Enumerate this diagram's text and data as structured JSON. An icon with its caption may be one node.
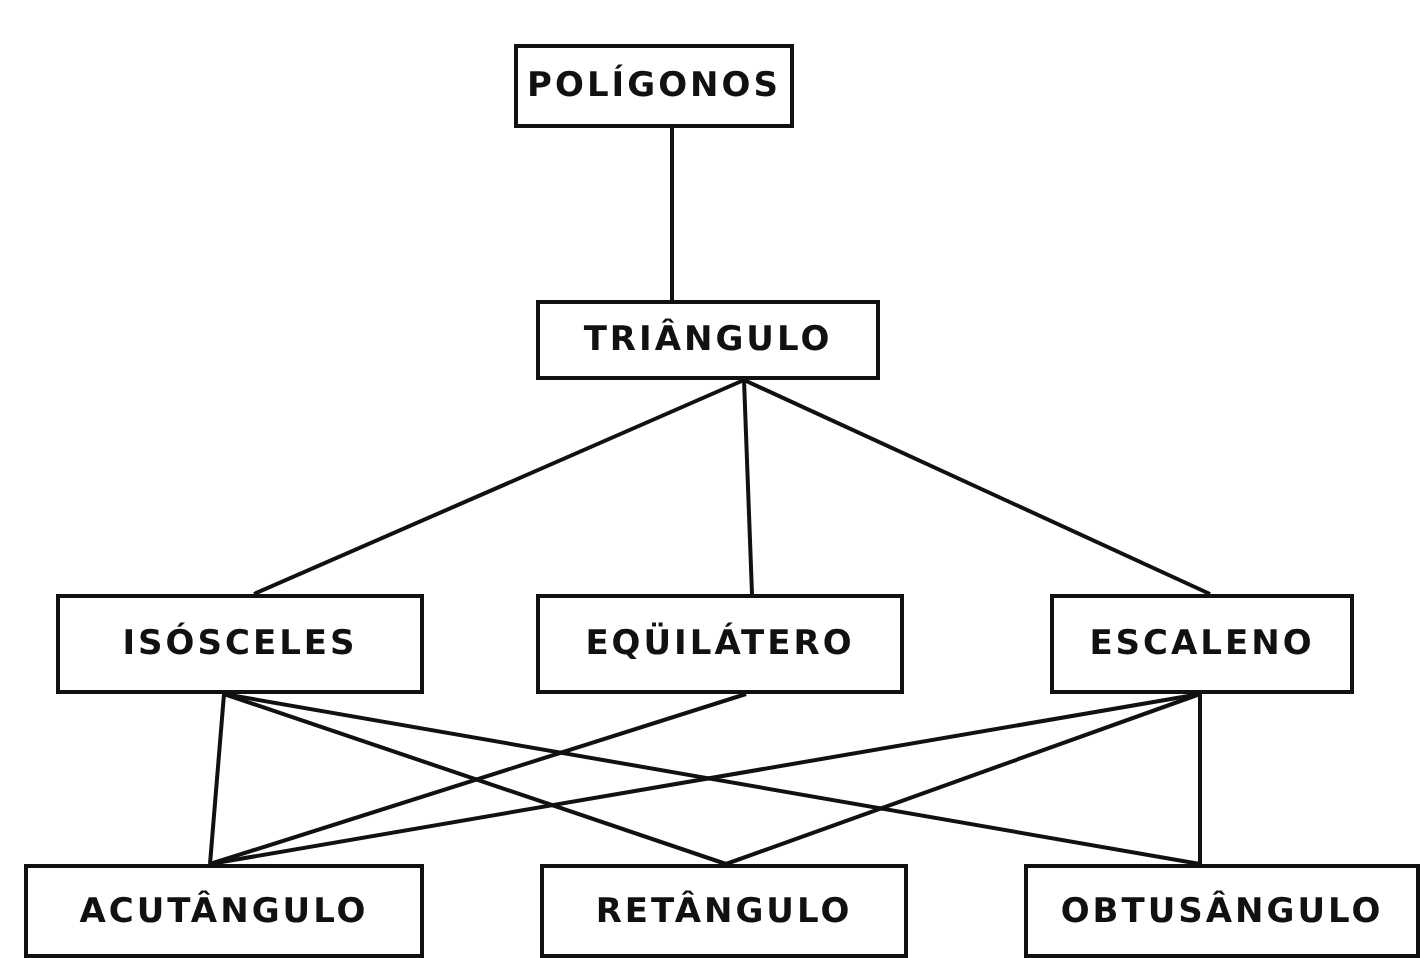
{
  "diagram": {
    "nodes": [
      {
        "text": [
          "POLÍGONOS"
        ]
      },
      {
        "text": [
          "TRIÂNGULO"
        ]
      },
      {
        "text": [
          "ISÓSCELES"
        ]
      },
      {
        "text": [
          "EQÜILÁTERO"
        ]
      },
      {
        "text": [
          "ESCALENO"
        ]
      },
      {
        "text": [
          "ACUTÂNGULO"
        ]
      },
      {
        "text": [
          "RETÂNGULO"
        ]
      },
      {
        "text": [
          "OBTUSÂNGULO"
        ]
      }
    ],
    "edges": [
      {
        "from": 0,
        "to": 1,
        "arrow": "none"
      },
      {
        "from": 1,
        "to": 2,
        "arrow": "none"
      },
      {
        "from": 1,
        "to": 3,
        "arrow": "none"
      },
      {
        "from": 1,
        "to": 4,
        "arrow": "none"
      },
      {
        "from": 2,
        "to": 5,
        "arrow": "none"
      },
      {
        "from": 2,
        "to": 6,
        "arrow": "none"
      },
      {
        "from": 2,
        "to": 7,
        "arrow": "none"
      },
      {
        "from": 3,
        "to": 5,
        "arrow": "none"
      },
      {
        "from": 4,
        "to": 5,
        "arrow": "none"
      },
      {
        "from": 4,
        "to": 6,
        "arrow": "none"
      },
      {
        "from": 4,
        "to": 7,
        "arrow": "none"
      }
    ]
  }
}
